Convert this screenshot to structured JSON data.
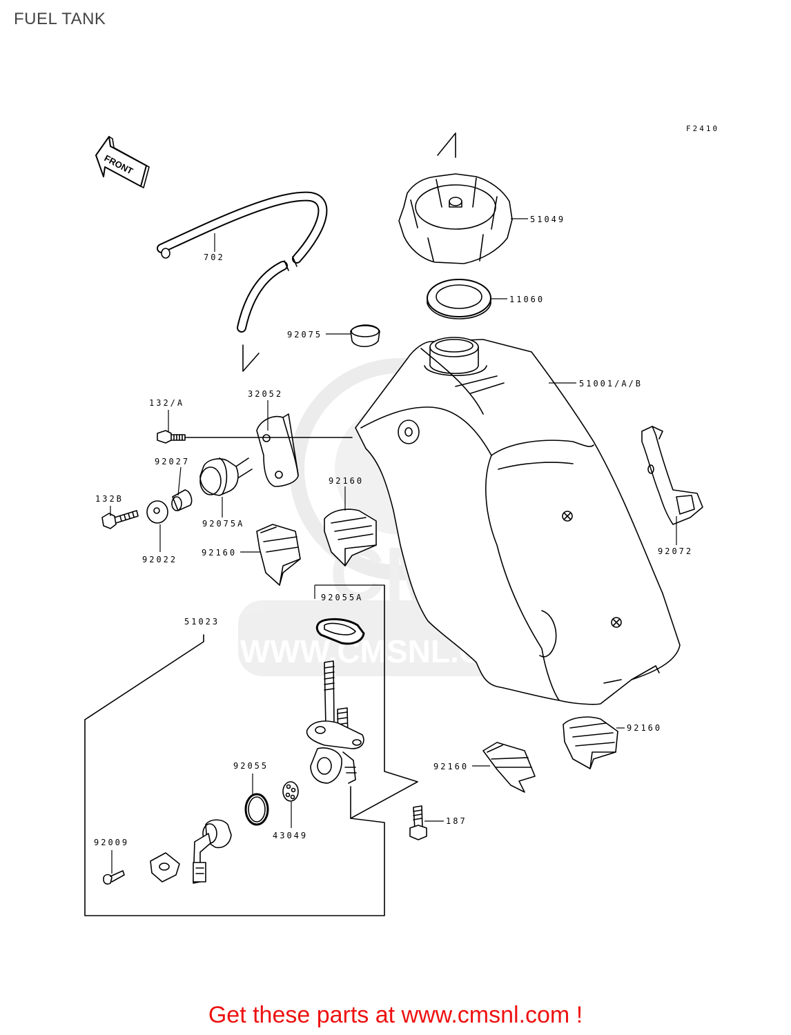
{
  "page": {
    "title": "FUEL TANK",
    "figure_code": "F2410",
    "footer": "Get these parts at www.cmsnl.com !",
    "watermark": "WWW.CMSNL.COM",
    "front_label": "FRONT"
  },
  "parts": [
    {
      "id": "p702",
      "label": "702"
    },
    {
      "id": "p51049",
      "label": "51049"
    },
    {
      "id": "p11060",
      "label": "11060"
    },
    {
      "id": "p92075",
      "label": "92075"
    },
    {
      "id": "p51001",
      "label": "51001/A/B"
    },
    {
      "id": "p132a",
      "label": "132/A"
    },
    {
      "id": "p32052",
      "label": "32052"
    },
    {
      "id": "p92027",
      "label": "92027"
    },
    {
      "id": "p132b",
      "label": "132B"
    },
    {
      "id": "p92022",
      "label": "92022"
    },
    {
      "id": "p92075a",
      "label": "92075A"
    },
    {
      "id": "p92160a",
      "label": "92160"
    },
    {
      "id": "p92160b",
      "label": "92160"
    },
    {
      "id": "p92072",
      "label": "92072"
    },
    {
      "id": "p92055a",
      "label": "92055A"
    },
    {
      "id": "p51023",
      "label": "51023"
    },
    {
      "id": "p92160c",
      "label": "92160"
    },
    {
      "id": "p92160d",
      "label": "92160"
    },
    {
      "id": "p92055",
      "label": "92055"
    },
    {
      "id": "p187",
      "label": "187"
    },
    {
      "id": "p43049",
      "label": "43049"
    },
    {
      "id": "p92009",
      "label": "92009"
    }
  ]
}
